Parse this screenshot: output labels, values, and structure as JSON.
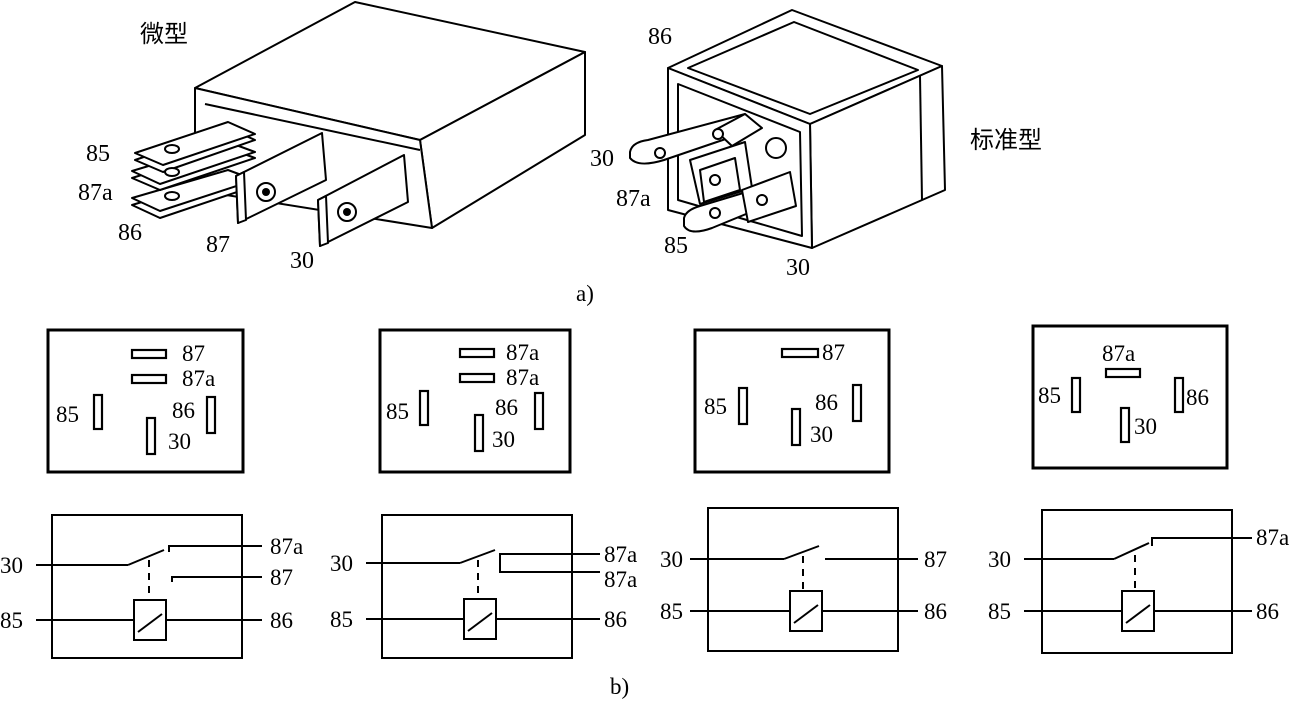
{
  "caption_a": "a)",
  "caption_b": "b)",
  "mini_relay": {
    "title": "微型",
    "pins": {
      "p85": "85",
      "p87a": "87a",
      "p86": "86",
      "p87": "87",
      "p30": "30"
    }
  },
  "standard_relay": {
    "title": "标准型",
    "pins": {
      "p86": "86",
      "p30": "30",
      "p87a": "87a",
      "p85": "85",
      "p30b": "30"
    }
  },
  "layouts": [
    {
      "pin_view": {
        "p87": "87",
        "p87a": "87a",
        "p85": "85",
        "p86": "86",
        "p30": "30"
      },
      "schematic": {
        "p30": "30",
        "p87a": "87a",
        "p87": "87",
        "p85": "85",
        "p86": "86"
      }
    },
    {
      "pin_view": {
        "p87a_1": "87a",
        "p87a_2": "87a",
        "p85": "85",
        "p86": "86",
        "p30": "30"
      },
      "schematic": {
        "p30": "30",
        "p87a_1": "87a",
        "p87a_2": "87a",
        "p85": "85",
        "p86": "86"
      }
    },
    {
      "pin_view": {
        "p87": "87",
        "p85": "85",
        "p86": "86",
        "p30": "30"
      },
      "schematic": {
        "p30": "30",
        "p87": "87",
        "p85": "85",
        "p86": "86"
      }
    },
    {
      "pin_view": {
        "p87a": "87a",
        "p85": "85",
        "p86": "86",
        "p30": "30"
      },
      "schematic": {
        "p30": "30",
        "p87a": "87a",
        "p85": "85",
        "p86": "86"
      }
    }
  ]
}
